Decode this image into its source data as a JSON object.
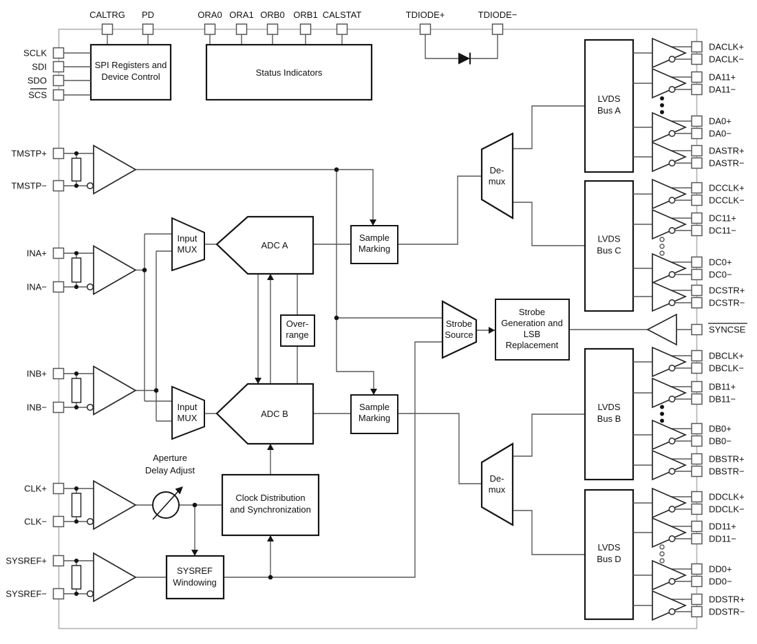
{
  "blocks": {
    "spi": {
      "line1": "SPI Registers and",
      "line2": "Device Control"
    },
    "status": {
      "label": "Status Indicators"
    },
    "sample_marking_a": {
      "line1": "Sample",
      "line2": "Marking"
    },
    "sample_marking_b": {
      "line1": "Sample",
      "line2": "Marking"
    },
    "over_range": {
      "line1": "Over-",
      "line2": "range"
    },
    "input_mux_a": {
      "line1": "Input",
      "line2": "MUX"
    },
    "input_mux_b": {
      "line1": "Input",
      "line2": "MUX"
    },
    "adc_a": {
      "label": "ADC A"
    },
    "adc_b": {
      "label": "ADC B"
    },
    "demux_a": {
      "line1": "De-",
      "line2": "mux"
    },
    "demux_b": {
      "line1": "De-",
      "line2": "mux"
    },
    "strobe_source": {
      "line1": "Strobe",
      "line2": "Source"
    },
    "strobe_gen": {
      "line1": "Strobe",
      "line2": "Generation and",
      "line3": "LSB",
      "line4": "Replacement"
    },
    "clock_dist": {
      "line1": "Clock Distribution",
      "line2": "and Synchronization"
    },
    "sysref_windowing": {
      "line1": "SYSREF",
      "line2": "Windowing"
    },
    "aperture": {
      "line1": "Aperture",
      "line2": "Delay Adjust"
    }
  },
  "top_pins": [
    "CALTRG",
    "PD",
    "ORA0",
    "ORA1",
    "ORB0",
    "ORB1",
    "CALSTAT",
    "TDIODE+",
    "TDIODE−"
  ],
  "left_pins": [
    "SCLK",
    "SDI",
    "SDO",
    "SCS",
    "TMSTP+",
    "TMSTP−",
    "INA+",
    "INA−",
    "INB+",
    "INB−",
    "CLK+",
    "CLK−",
    "SYSREF+",
    "SYSREF−"
  ],
  "right_pins": {
    "bus_a": {
      "title1": "LVDS",
      "title2": "Bus A",
      "pins": [
        "DACLK+",
        "DACLK−",
        "DA11+",
        "DA11−",
        "DA0+",
        "DA0−",
        "DASTR+",
        "DASTR−"
      ]
    },
    "bus_c": {
      "title1": "LVDS",
      "title2": "Bus C",
      "pins": [
        "DCCLK+",
        "DCCLK−",
        "DC11+",
        "DC11−",
        "DC0+",
        "DC0−",
        "DCSTR+",
        "DCSTR−"
      ]
    },
    "bus_b": {
      "title1": "LVDS",
      "title2": "Bus B",
      "pins": [
        "DBCLK+",
        "DBCLK−",
        "DB11+",
        "DB11−",
        "DB0+",
        "DB0−",
        "DBSTR+",
        "DBSTR−"
      ]
    },
    "bus_d": {
      "title1": "LVDS",
      "title2": "Bus D",
      "pins": [
        "DDCLK+",
        "DDCLK−",
        "DD11+",
        "DD11−",
        "DD0+",
        "DD0−",
        "DDSTR+",
        "DDSTR−"
      ]
    },
    "syncse": "SYNCSE"
  },
  "overlined_pins": [
    "SCS",
    "SYNCSE"
  ],
  "colors": {
    "wire": "#575757",
    "block_border": "#141414",
    "chip_border": "#b5b5b5",
    "background": "#ffffff"
  }
}
